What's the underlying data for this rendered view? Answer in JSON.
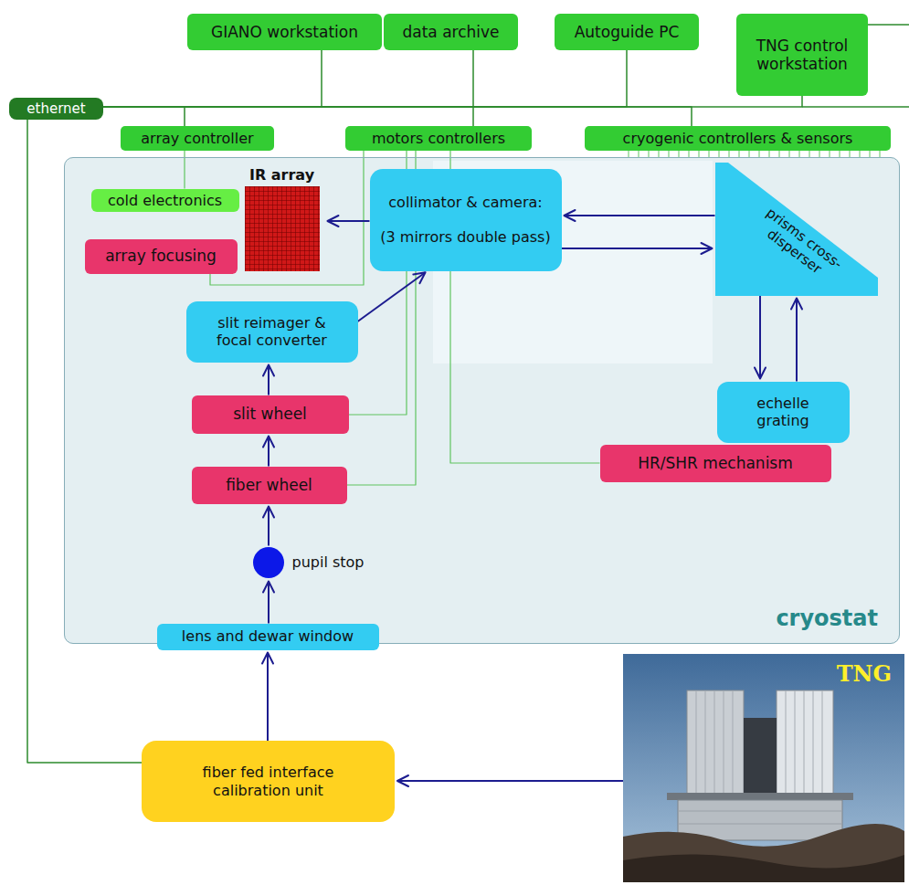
{
  "diagram": {
    "nodes": [
      {
        "text": [
          "GIANO workstation"
        ]
      },
      {
        "text": [
          "data archive"
        ]
      },
      {
        "text": [
          "Autoguide PC"
        ]
      },
      {
        "text": [
          "TNG control workstation"
        ]
      },
      {
        "text": [
          "ethernet"
        ]
      },
      {
        "text": [
          "array controller"
        ]
      },
      {
        "text": [
          "motors controllers"
        ]
      },
      {
        "text": [
          "cryogenic controllers & sensors"
        ]
      },
      {
        "text": [
          "cryostat"
        ]
      },
      {
        "text": [
          "cold electronics"
        ],
        "in": 8
      },
      {
        "text": [
          "IR array"
        ],
        "in": 8
      },
      {
        "text": [
          "array focusing"
        ],
        "in": 8
      },
      {
        "text": [
          "collimator & camera:",
          "(3 mirrors double pass)"
        ],
        "in": 8
      },
      {
        "text": [
          "prisms cross-disperser"
        ],
        "in": 8
      },
      {
        "text": [
          "slit reimager & focal converter"
        ],
        "in": 8
      },
      {
        "text": [
          "slit wheel"
        ],
        "in": 8
      },
      {
        "text": [
          "echelle grating"
        ],
        "in": 8
      },
      {
        "text": [
          "HR/SHR mechanism"
        ],
        "in": 8
      },
      {
        "text": [
          "fiber wheel"
        ],
        "in": 8
      },
      {
        "text": [
          "pupil stop"
        ],
        "in": 8
      },
      {
        "text": [
          "lens and dewar window"
        ],
        "in": 8
      },
      {
        "text": [
          "fiber fed interface calibration unit"
        ]
      },
      {
        "text": [
          "TNG"
        ]
      }
    ],
    "edges": [
      {
        "from": 4,
        "to": 0,
        "arrow": "none"
      },
      {
        "from": 4,
        "to": 1,
        "arrow": "none"
      },
      {
        "from": 4,
        "to": 2,
        "arrow": "none"
      },
      {
        "from": 4,
        "to": 3,
        "arrow": "none"
      },
      {
        "from": 4,
        "to": 5,
        "arrow": "none"
      },
      {
        "from": 4,
        "to": 6,
        "arrow": "none"
      },
      {
        "from": 4,
        "to": 7,
        "arrow": "none"
      },
      {
        "from": 4,
        "to": 21,
        "arrow": "none"
      },
      {
        "from": 5,
        "to": 9,
        "arrow": "none"
      },
      {
        "from": 6,
        "to": 11,
        "arrow": "none"
      },
      {
        "from": 6,
        "to": 15,
        "arrow": "none"
      },
      {
        "from": 6,
        "to": 18,
        "arrow": "none"
      },
      {
        "from": 6,
        "to": 17,
        "arrow": "none"
      },
      {
        "from": 22,
        "to": 21,
        "arrow": "to"
      },
      {
        "from": 21,
        "to": 20,
        "arrow": "to"
      },
      {
        "from": 20,
        "to": 19,
        "arrow": "to"
      },
      {
        "from": 19,
        "to": 18,
        "arrow": "to"
      },
      {
        "from": 18,
        "to": 15,
        "arrow": "to"
      },
      {
        "from": 15,
        "to": 14,
        "arrow": "to"
      },
      {
        "from": 14,
        "to": 12,
        "arrow": "to"
      },
      {
        "from": 12,
        "to": 10,
        "arrow": "to"
      },
      {
        "from": 12,
        "to": 13,
        "arrow": "to"
      },
      {
        "from": 13,
        "to": 12,
        "arrow": "to"
      },
      {
        "from": 13,
        "to": 16,
        "arrow": "to"
      },
      {
        "from": 16,
        "to": 13,
        "arrow": "to"
      }
    ]
  }
}
